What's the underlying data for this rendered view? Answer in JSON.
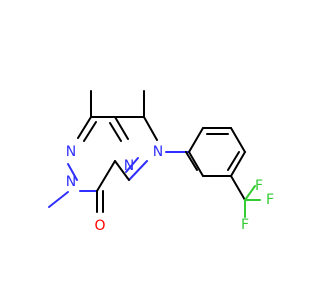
{
  "molecule": {
    "atoms": {
      "n5": "N",
      "n6": "N",
      "n1": "N",
      "n2": "N",
      "o": "O",
      "f1": "F",
      "f2": "F",
      "f3": "F"
    },
    "colors": {
      "carbon": "#000000",
      "nitrogen": "#2f2fff",
      "oxygen": "#ff0000",
      "fluorine": "#33cc33"
    }
  }
}
